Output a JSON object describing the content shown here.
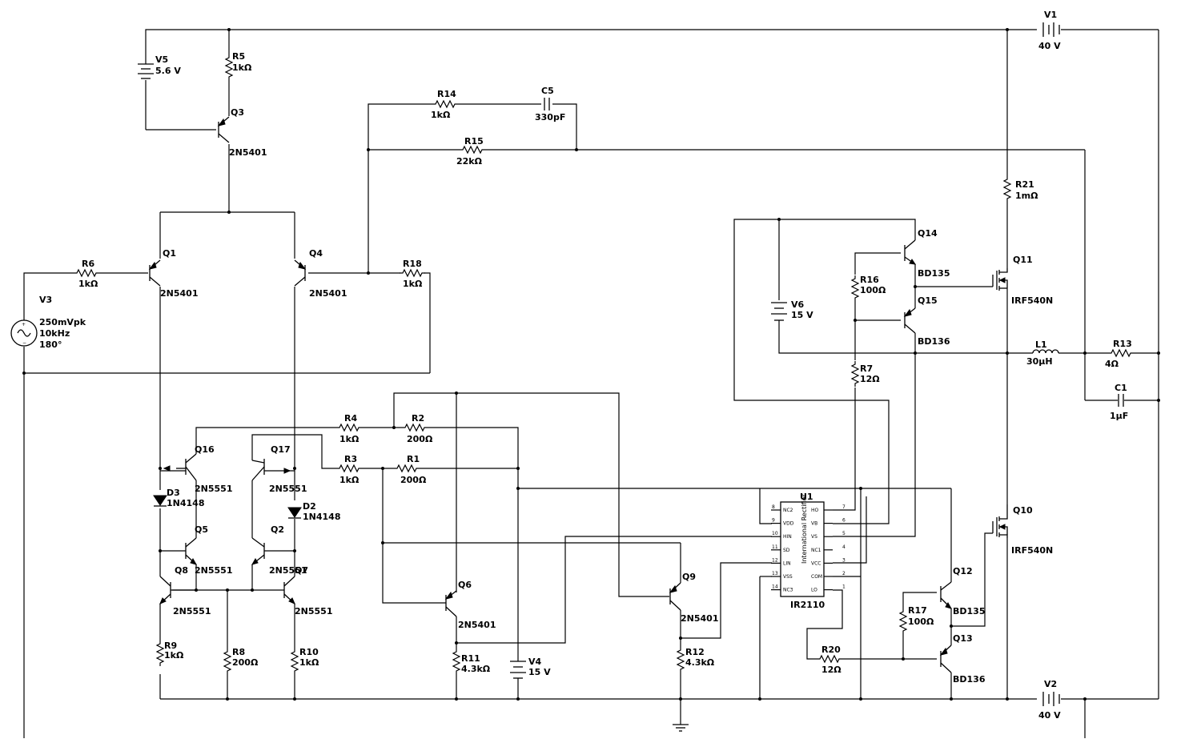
{
  "sources": {
    "V1": {
      "name": "V1",
      "value": "40 V"
    },
    "V2": {
      "name": "V2",
      "value": "40 V"
    },
    "V3": {
      "name": "V3",
      "amp": "250mVpk",
      "freq": "10kHz",
      "phase": "180°"
    },
    "V4": {
      "name": "V4",
      "value": "15 V"
    },
    "V5": {
      "name": "V5",
      "value": "5.6 V"
    },
    "V6": {
      "name": "V6",
      "value": "15 V"
    }
  },
  "resistors": {
    "R1": {
      "name": "R1",
      "value": "200Ω"
    },
    "R2": {
      "name": "R2",
      "value": "200Ω"
    },
    "R3": {
      "name": "R3",
      "value": "1kΩ"
    },
    "R4": {
      "name": "R4",
      "value": "1kΩ"
    },
    "R5": {
      "name": "R5",
      "value": "1kΩ"
    },
    "R6": {
      "name": "R6",
      "value": "1kΩ"
    },
    "R7": {
      "name": "R7",
      "value": "12Ω"
    },
    "R8": {
      "name": "R8",
      "value": "200Ω"
    },
    "R9": {
      "name": "R9",
      "value": "1kΩ"
    },
    "R10": {
      "name": "R10",
      "value": "1kΩ"
    },
    "R11": {
      "name": "R11",
      "value": "4.3kΩ"
    },
    "R12": {
      "name": "R12",
      "value": "4.3kΩ"
    },
    "R13": {
      "name": "R13",
      "value": "4Ω"
    },
    "R14": {
      "name": "R14",
      "value": "1kΩ"
    },
    "R15": {
      "name": "R15",
      "value": "22kΩ"
    },
    "R16": {
      "name": "R16",
      "value": "100Ω"
    },
    "R17": {
      "name": "R17",
      "value": "100Ω"
    },
    "R18": {
      "name": "R18",
      "value": "1kΩ"
    },
    "R20": {
      "name": "R20",
      "value": "12Ω"
    },
    "R21": {
      "name": "R21",
      "value": "1mΩ"
    }
  },
  "capacitors": {
    "C1": {
      "name": "C1",
      "value": "1µF"
    },
    "C5": {
      "name": "C5",
      "value": "330pF"
    }
  },
  "inductors": {
    "L1": {
      "name": "L1",
      "value": "30µH"
    }
  },
  "diodes": {
    "D2": {
      "name": "D2",
      "model": "1N4148"
    },
    "D3": {
      "name": "D3",
      "model": "1N4148"
    }
  },
  "transistors": {
    "Q1": {
      "name": "Q1",
      "model": "2N5401"
    },
    "Q2": {
      "name": "Q2",
      "model": "2N5551"
    },
    "Q3": {
      "name": "Q3",
      "model": "2N5401"
    },
    "Q4": {
      "name": "Q4",
      "model": "2N5401"
    },
    "Q5": {
      "name": "Q5",
      "model": "2N5551"
    },
    "Q6": {
      "name": "Q6",
      "model": "2N5401"
    },
    "Q7": {
      "name": "Q7",
      "model": "2N5551"
    },
    "Q8": {
      "name": "Q8",
      "model": "2N5551"
    },
    "Q9": {
      "name": "Q9",
      "model": "2N5401"
    },
    "Q10": {
      "name": "Q10",
      "model": "IRF540N"
    },
    "Q11": {
      "name": "Q11",
      "model": "IRF540N"
    },
    "Q12": {
      "name": "Q12",
      "model": "BD135"
    },
    "Q13": {
      "name": "Q13",
      "model": "BD136"
    },
    "Q14": {
      "name": "Q14",
      "model": "BD135"
    },
    "Q15": {
      "name": "Q15",
      "model": "BD136"
    },
    "Q16": {
      "name": "Q16",
      "model": "2N5551"
    },
    "Q17": {
      "name": "Q17",
      "model": "2N5551"
    }
  },
  "ic": {
    "name": "U1",
    "model": "IR2110",
    "maker": "International Rectifier",
    "left_pins": [
      {
        "num": "8",
        "label": "NC2"
      },
      {
        "num": "9",
        "label": "VDD"
      },
      {
        "num": "10",
        "label": "HIN"
      },
      {
        "num": "11",
        "label": "SD"
      },
      {
        "num": "12",
        "label": "LIN"
      },
      {
        "num": "13",
        "label": "VSS"
      },
      {
        "num": "14",
        "label": "NC3"
      }
    ],
    "right_pins": [
      {
        "num": "7",
        "label": "HO"
      },
      {
        "num": "6",
        "label": "VB"
      },
      {
        "num": "5",
        "label": "VS"
      },
      {
        "num": "4",
        "label": "NC1"
      },
      {
        "num": "3",
        "label": "VCC"
      },
      {
        "num": "2",
        "label": "COM"
      },
      {
        "num": "1",
        "label": "LO"
      }
    ]
  }
}
